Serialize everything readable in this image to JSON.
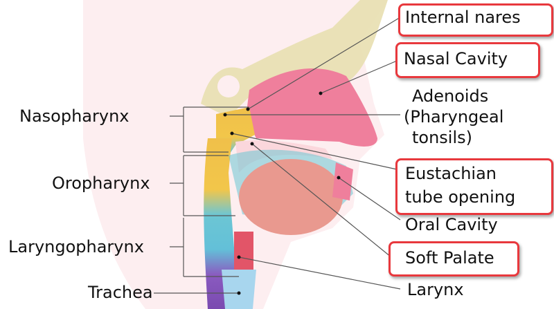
{
  "labels_left": {
    "nasopharynx": "Nasopharynx",
    "oropharynx": "Oropharynx",
    "laryngopharynx": "Laryngopharynx",
    "trachea": "Trachea"
  },
  "labels_right": {
    "internal_nares": "Internal nares",
    "nasal_cavity": "Nasal Cavity",
    "adenoids_1": "Adenoids",
    "adenoids_2": "(Pharyngeal",
    "adenoids_3": "tonsils)",
    "eustachian_1": "Eustachian",
    "eustachian_2": "tube opening",
    "oral_cavity": "Oral Cavity",
    "soft_palate": "Soft Palate",
    "larynx": "Larynx"
  },
  "colors": {
    "highlight_box": "#e8383d",
    "nasal": "#ef7f9c",
    "bone": "#e8dfb0",
    "skin": "#fbe3e6",
    "tongue": "#e9998f"
  }
}
